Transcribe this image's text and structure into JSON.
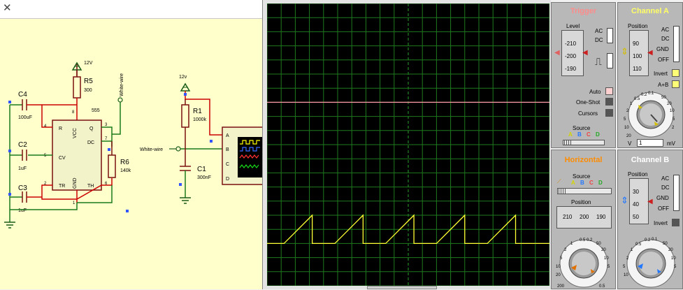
{
  "schematic": {
    "left_circuit": {
      "supply": "12V",
      "r5": {
        "name": "R5",
        "value": "300"
      },
      "r6": {
        "name": "R6",
        "value": "140k"
      },
      "c4": {
        "name": "C4",
        "value": "100uF"
      },
      "c2": {
        "name": "C2",
        "value": "1uF"
      },
      "c3": {
        "name": "C3",
        "value": "1uF"
      },
      "ic": {
        "name": "555",
        "pins": {
          "r": "R",
          "cv": "CV",
          "tr": "TR",
          "q": "Q",
          "dc": "DC",
          "th": "TH",
          "vcc": "VCC",
          "gnd": "GND"
        },
        "pin_numbers": {
          "p4": "4",
          "p5": "5",
          "p2": "2",
          "p3": "3",
          "p7": "7",
          "p6": "6",
          "p8": "8",
          "p1": "1"
        }
      },
      "wire_label": "White-wire"
    },
    "right_circuit": {
      "supply": "12v",
      "r1": {
        "name": "R1",
        "value": "1000k"
      },
      "c1": {
        "name": "C1",
        "value": "300nF"
      },
      "wire_label": "White-wire",
      "scope_inputs": [
        "A",
        "B",
        "C",
        "D"
      ]
    }
  },
  "oscilloscope": {
    "trigger": {
      "title": "Trigger",
      "level_label": "Level",
      "level_ticks": [
        "-210",
        "-200",
        "-190"
      ],
      "coupling": [
        "AC",
        "DC"
      ],
      "modes": [
        "Auto",
        "One-Shot",
        "Cursors"
      ],
      "source_label": "Source",
      "source_channels": [
        "A",
        "B",
        "C",
        "D"
      ]
    },
    "channel_a": {
      "title": "Channel A",
      "position_label": "Position",
      "position_ticks": [
        "90",
        "100",
        "110"
      ],
      "coupling": [
        "AC",
        "DC",
        "GND",
        "OFF"
      ],
      "invert_label": "Invert",
      "aplusb_label": "A+B",
      "dial_ticks": [
        "0.2",
        "0.1",
        "0.5",
        "50",
        "1",
        "20",
        "2",
        "10",
        "5",
        "5",
        "10",
        "2",
        "20"
      ],
      "unit_left": "V",
      "value": "1",
      "unit_right": "mV"
    },
    "horizontal": {
      "title": "Horizontal",
      "source_label": "Source",
      "source_channels": [
        "A",
        "B",
        "C",
        "D"
      ],
      "position_label": "Position",
      "position_ticks": [
        "210",
        "200",
        "190"
      ],
      "dial_ticks": [
        "0.5",
        "0.2",
        "1",
        "50",
        "2",
        "20",
        "5",
        "10",
        "10",
        "5",
        "20",
        "200",
        "0.5"
      ]
    },
    "channel_b": {
      "title": "Channel B",
      "position_label": "Position",
      "position_ticks": [
        "30",
        "40",
        "50"
      ],
      "coupling": [
        "AC",
        "DC",
        "GND",
        "OFF"
      ],
      "invert_label": "Invert",
      "dial_ticks": [
        "0.2",
        "0.1",
        "0.5",
        "50",
        "1",
        "20",
        "2",
        "10",
        "5",
        "5",
        "10"
      ]
    },
    "colors": {
      "trace_a": "#ffff33",
      "trace_b": "#ff9aa8",
      "grid": "#1e7a1e",
      "trigger_title": "#ff8b8b",
      "channel_title": "#ffff66",
      "horizontal_title": "#ff8c00",
      "channel_b_title": "#ffffff"
    }
  },
  "chart_data": {
    "type": "line",
    "grid": true,
    "divisions": {
      "x": 20,
      "y": 20
    },
    "series": [
      {
        "values": [
          {
            "x": 0,
            "y": 6
          },
          {
            "x": 20,
            "y": 6
          }
        ]
      },
      {
        "values": [
          {
            "x": 0,
            "y": -14
          },
          {
            "x": 1.2,
            "y": -14
          },
          {
            "x": 3.2,
            "y": -10
          },
          {
            "x": 3.2,
            "y": -14
          },
          {
            "x": 4.8,
            "y": -14
          },
          {
            "x": 6.8,
            "y": -10
          },
          {
            "x": 6.8,
            "y": -14
          },
          {
            "x": 8.4,
            "y": -14
          },
          {
            "x": 10.4,
            "y": -10
          },
          {
            "x": 10.4,
            "y": -14
          },
          {
            "x": 12.0,
            "y": -14
          },
          {
            "x": 14.0,
            "y": -10
          },
          {
            "x": 14.0,
            "y": -14
          },
          {
            "x": 15.6,
            "y": -14
          },
          {
            "x": 17.6,
            "y": -10
          },
          {
            "x": 17.6,
            "y": -14
          },
          {
            "x": 20,
            "y": -14
          }
        ]
      }
    ],
    "xlim": [
      0,
      20
    ],
    "ylim": [
      -20,
      20
    ]
  }
}
